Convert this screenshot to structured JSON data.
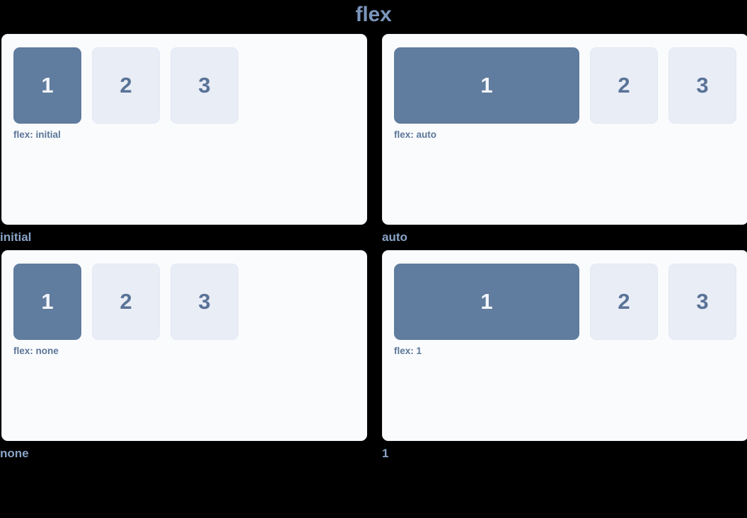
{
  "title": "flex",
  "theme": {
    "background": "#000000",
    "title_color": "#7b95ba",
    "panel_background": "#fafbfd",
    "panel_border": "#eef1f7",
    "box_filled_background": "#607c9e",
    "box_filled_text": "#f3f6fb",
    "box_ghost_background": "#e9edf6",
    "box_ghost_text": "#5a7397",
    "caption_color": "#5a7698",
    "label_color": "#8aa4c6"
  },
  "panels": [
    {
      "label": "initial",
      "caption": "flex: initial",
      "boxes": [
        {
          "text": "1",
          "style": "filled",
          "flex": "initial"
        },
        {
          "text": "2",
          "style": "ghost",
          "flex": "0 0 96px"
        },
        {
          "text": "3",
          "style": "ghost",
          "flex": "0 0 96px"
        }
      ]
    },
    {
      "label": "auto",
      "caption": "flex: auto",
      "boxes": [
        {
          "text": "1",
          "style": "filled",
          "flex": "auto"
        },
        {
          "text": "2",
          "style": "ghost",
          "flex": "0 0 96px"
        },
        {
          "text": "3",
          "style": "ghost",
          "flex": "0 0 96px"
        }
      ]
    },
    {
      "label": "none",
      "caption": "flex: none",
      "boxes": [
        {
          "text": "1",
          "style": "filled",
          "flex": "none"
        },
        {
          "text": "2",
          "style": "ghost",
          "flex": "0 0 96px"
        },
        {
          "text": "3",
          "style": "ghost",
          "flex": "0 0 96px"
        }
      ]
    },
    {
      "label": "1",
      "caption": "flex: 1",
      "boxes": [
        {
          "text": "1",
          "style": "filled",
          "flex": "1"
        },
        {
          "text": "2",
          "style": "ghost",
          "flex": "0 0 96px"
        },
        {
          "text": "3",
          "style": "ghost",
          "flex": "0 0 96px"
        }
      ]
    }
  ]
}
